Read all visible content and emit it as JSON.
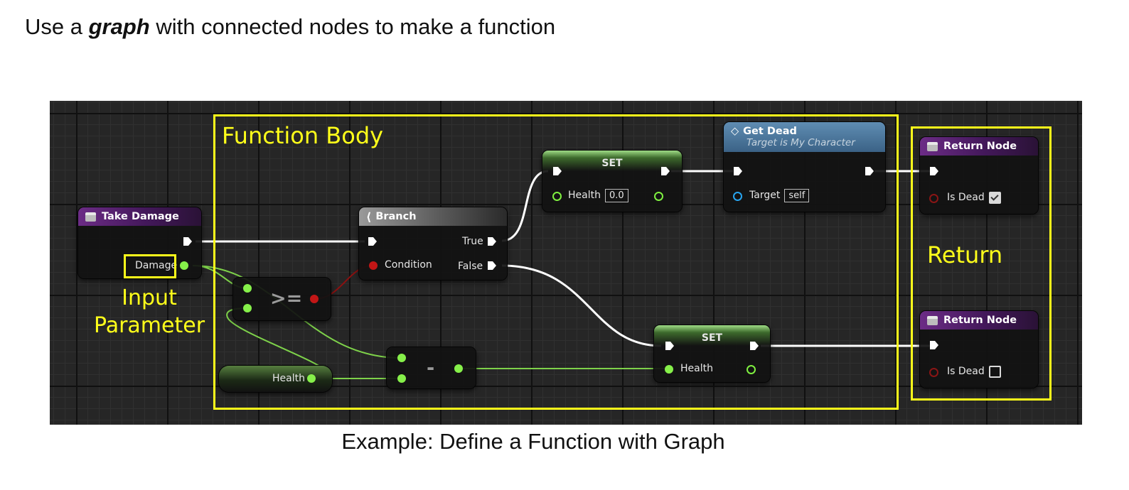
{
  "heading": {
    "pre": "Use a ",
    "bold": "graph",
    "post": " with connected nodes to make a function"
  },
  "caption": "Example: Define a Function with Graph",
  "annotations": {
    "function_body": "Function Body",
    "return": "Return",
    "input_parameter_line1": "Input",
    "input_parameter_line2": "Parameter"
  },
  "nodes": {
    "take_damage": {
      "title": "Take Damage",
      "damage_pin": "Damage"
    },
    "branch": {
      "title": "Branch",
      "condition": "Condition",
      "true": "True",
      "false": "False"
    },
    "compare": {
      "op": ">="
    },
    "subtract": {
      "op": "-"
    },
    "health_getter": {
      "label": "Health"
    },
    "set_top": {
      "title": "SET",
      "pin": "Health",
      "value": "0.0"
    },
    "set_bottom": {
      "title": "SET",
      "pin": "Health"
    },
    "get_dead": {
      "title": "Get Dead",
      "subtitle": "Target is My Character",
      "target": "Target",
      "target_value": "self"
    },
    "return_top": {
      "title": "Return Node",
      "pin": "Is Dead",
      "checked": true
    },
    "return_bottom": {
      "title": "Return Node",
      "pin": "Is Dead",
      "checked": false
    }
  },
  "colors": {
    "annotation": "#ffff1a",
    "exec_wire": "#ffffff",
    "float_wire": "#7ed24a",
    "bool_wire": "#8c1010",
    "function_header": "#6c2c86",
    "pure_header": "#5f8db3"
  }
}
